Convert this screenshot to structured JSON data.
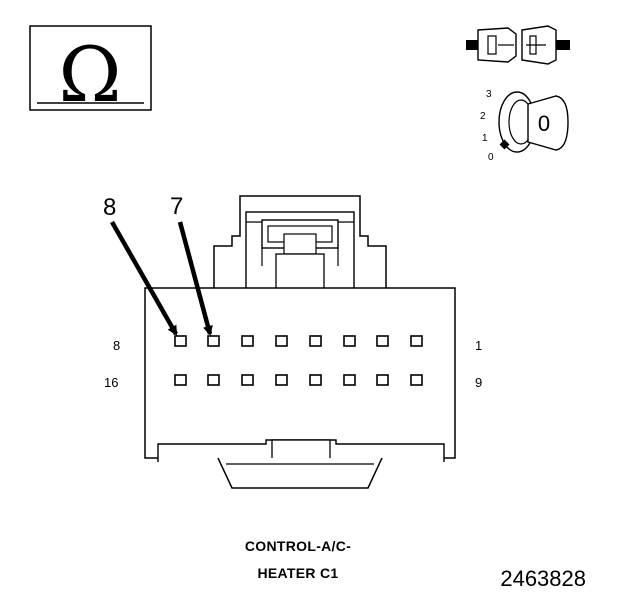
{
  "ohm_symbol": {
    "glyph": "Ω",
    "icon": "ohm-symbol-icon"
  },
  "ignition_key": {
    "positions": [
      "3",
      "2",
      "1",
      "0"
    ],
    "current": "0"
  },
  "connector": {
    "callouts": [
      {
        "label": "8"
      },
      {
        "label": "7"
      }
    ],
    "row_labels": {
      "top_left": "8",
      "top_right": "1",
      "bottom_left": "16",
      "bottom_right": "9"
    },
    "pin_rows": 2,
    "pins_per_row": 8
  },
  "caption": {
    "line1": "CONTROL-A/C-",
    "line2": "HEATER C1"
  },
  "figure_number": "2463828",
  "colors": {
    "ink": "#000000",
    "background": "#ffffff",
    "connector_fill": "#ffffff"
  }
}
